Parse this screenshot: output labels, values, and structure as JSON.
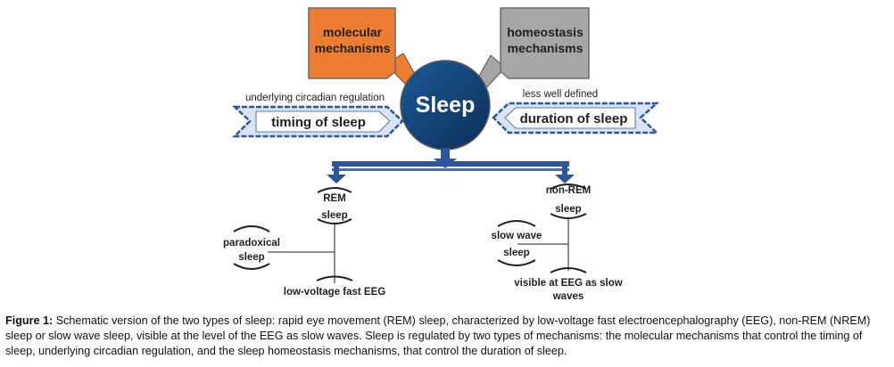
{
  "diagram": {
    "sleep_label": "Sleep",
    "molecular": {
      "line1": "molecular",
      "line2": "mechanisms",
      "color": "#ED7D31"
    },
    "homeostasis": {
      "line1": "homeostasis",
      "line2": "mechanisms",
      "color": "#A6A6A6"
    },
    "timing": {
      "label": "timing of sleep",
      "note": "underlying circadian regulation"
    },
    "duration": {
      "label": "duration of sleep",
      "note": "less well defined"
    },
    "rem": {
      "title_line1": "REM",
      "title_line2": "sleep",
      "feature1_line1": "paradoxical",
      "feature1_line2": "sleep",
      "feature2": "low-voltage fast EEG"
    },
    "nrem": {
      "title_line1": "non-REM",
      "title_line2": "sleep",
      "feature1_line1": "slow wave",
      "feature1_line2": "sleep",
      "feature2_line1": "visible at EEG as slow",
      "feature2_line2": "waves"
    },
    "colors": {
      "circle": "#0D3D70",
      "arrow_blue": "#2E5597",
      "arrow_light": "#D9E4F4",
      "text_dark": "#1F1F1F"
    }
  },
  "caption": {
    "label": "Figure 1:",
    "text": "Schematic version of the two types of sleep: rapid eye movement (REM) sleep, characterized by low-voltage fast electroencephalography (EEG), non-REM (NREM) sleep or slow wave sleep, visible at the level of the EEG as slow waves. Sleep is regulated by two types of mechanisms: the molecular mechanisms that control the timing of sleep, underlying circadian regulation, and the sleep homeostasis mechanisms, that control the duration of sleep."
  }
}
